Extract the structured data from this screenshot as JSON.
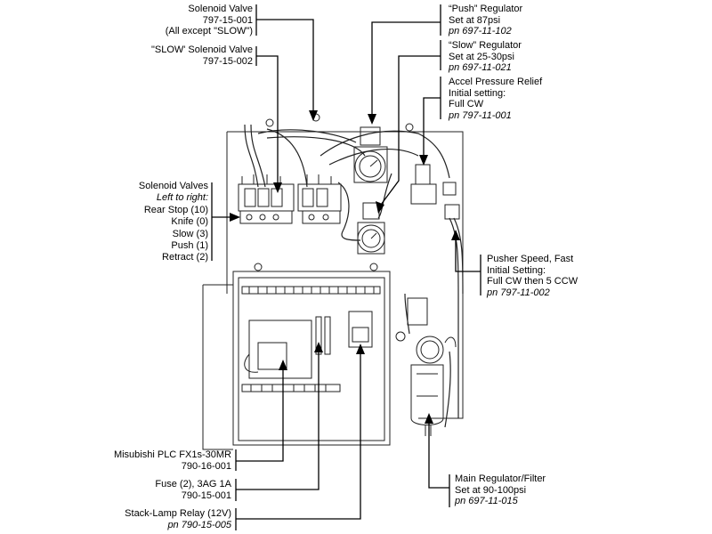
{
  "callouts": {
    "solenoid_valve": {
      "line1": "Solenoid Valve",
      "line2": "797-15-001",
      "line3": "(All except \"SLOW\")"
    },
    "slow_solenoid_valve": {
      "line1": "\"SLOW' Solenoid Valve",
      "line2": "797-15-002"
    },
    "solenoid_valves": {
      "title": "Solenoid Valves",
      "subtitle": "Left to right:",
      "items": [
        "Rear Stop (10)",
        "Knife (0)",
        "Slow (3)",
        "Push (1)",
        "Retract (2)"
      ]
    },
    "push_regulator": {
      "line1": "“Push” Regulator",
      "line2": "Set at 87psi",
      "pn": "pn 697-11-102"
    },
    "slow_regulator": {
      "line1": "“Slow” Regulator",
      "line2": "Set at 25-30psi",
      "pn": "pn 697-11-021"
    },
    "accel_relief": {
      "line1": "Accel Pressure Relief",
      "line2": "Initial setting:",
      "line3": "Full CW",
      "pn": "pn 797-11-001"
    },
    "pusher_speed": {
      "line1": "Pusher Speed, Fast",
      "line2": "Initial Setting:",
      "line3": "Full CW then 5 CCW",
      "pn": "pn 797-11-002"
    },
    "main_regulator": {
      "line1": "Main Regulator/Filter",
      "line2": "Set at 90-100psi",
      "pn": "pn 697-11-015"
    },
    "plc": {
      "line1": "Misubishi PLC FX1s-30MR",
      "line2": "790-16-001"
    },
    "fuse": {
      "line1": "Fuse (2), 3AG 1A",
      "line2": "790-15-001"
    },
    "relay": {
      "line1": "Stack-Lamp Relay (12V)",
      "pn": "pn 790-15-005"
    }
  },
  "colors": {
    "line": "#000000",
    "drawing": "#222222",
    "background": "#ffffff"
  }
}
